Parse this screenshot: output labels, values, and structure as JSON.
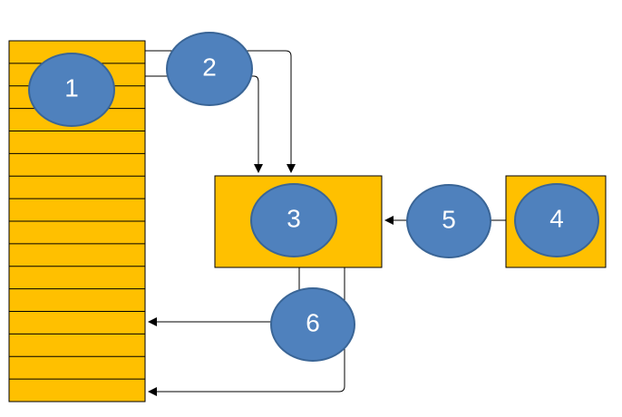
{
  "colors": {
    "box_fill": "#FFC000",
    "box_stroke": "#000000",
    "circle_fill": "#4F81BD",
    "circle_stroke": "#3A6596",
    "label_color": "#FFFFFF",
    "connector": "#000000"
  },
  "nodes": {
    "n1": {
      "label": "1"
    },
    "n2": {
      "label": "2"
    },
    "n3": {
      "label": "3"
    },
    "n4": {
      "label": "4"
    },
    "n5": {
      "label": "5"
    },
    "n6": {
      "label": "6"
    }
  },
  "table": {
    "rows": 16
  },
  "shapes": {
    "box_3": "rectangle",
    "box_4": "rectangle",
    "markers": "ellipse",
    "arrowheads": "filled-triangle"
  }
}
